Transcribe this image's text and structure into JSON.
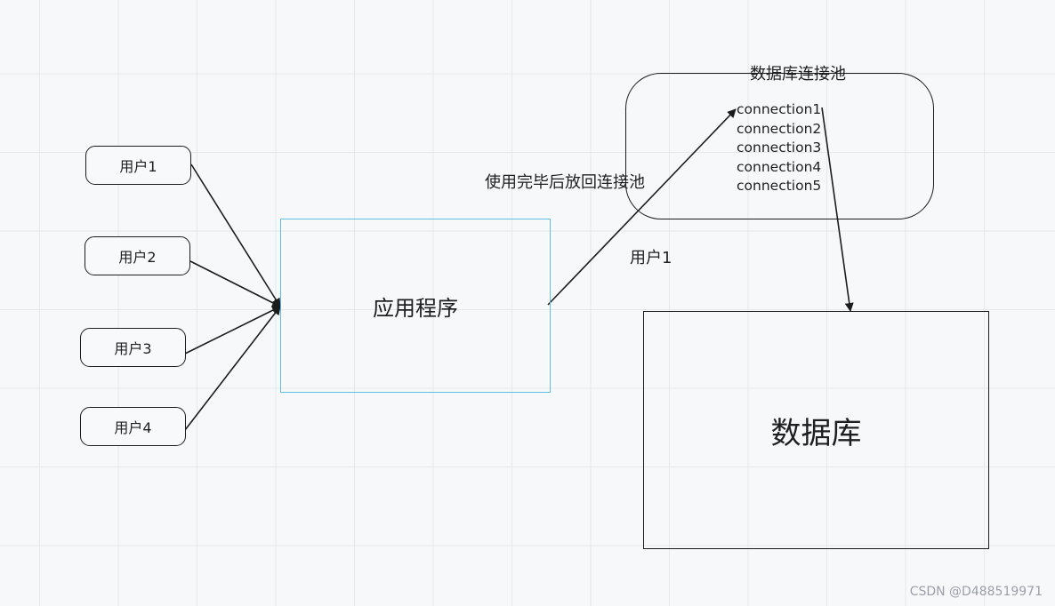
{
  "users": [
    {
      "label": "用户1"
    },
    {
      "label": "用户2"
    },
    {
      "label": "用户3"
    },
    {
      "label": "用户4"
    }
  ],
  "app_label": "应用程序",
  "database_label": "数据库",
  "pool": {
    "title": "数据库连接池",
    "connections": [
      "connection1",
      "connection2",
      "connection3",
      "connection4",
      "connection5"
    ]
  },
  "edge_labels": {
    "return_to_pool": "使用完毕后放回连接池",
    "user": "用户1"
  },
  "watermark": "CSDN @D488519971",
  "colors": {
    "app_border": "#5fbfe0",
    "stroke": "#1c1c1c",
    "grid": "#e6e8ec",
    "background": "#f7f8fa"
  }
}
